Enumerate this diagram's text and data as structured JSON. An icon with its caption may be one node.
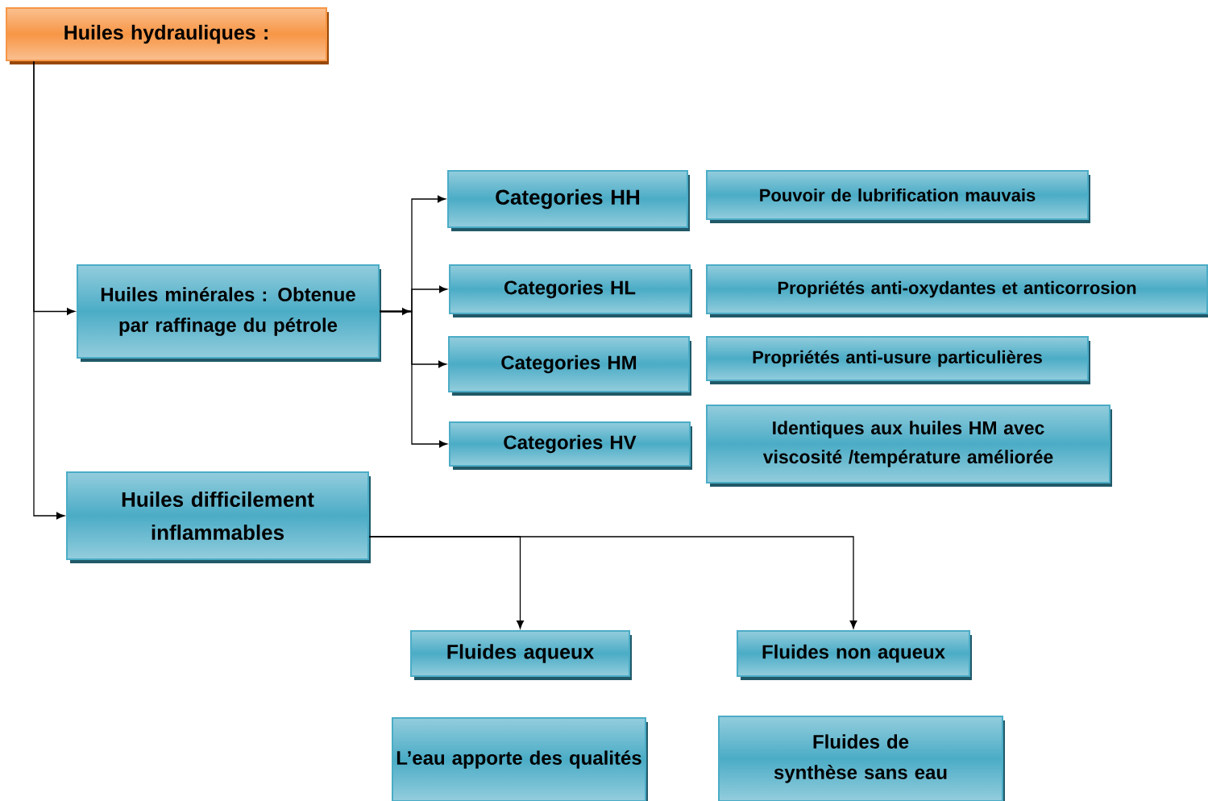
{
  "diagram": {
    "nodes": [
      {
        "text": [
          "Huiles hydrauliques :"
        ]
      },
      {
        "text": [
          "Huiles minérales : Obtenue par raffinage du pétrole"
        ]
      },
      {
        "text": [
          "Categories HH"
        ]
      },
      {
        "text": [
          "Categories HL"
        ]
      },
      {
        "text": [
          "Categories HM"
        ]
      },
      {
        "text": [
          "Categories HV"
        ]
      },
      {
        "text": [
          "Pouvoir de lubrification mauvais"
        ]
      },
      {
        "text": [
          "Propriétés anti-oxydantes et anticorrosion"
        ]
      },
      {
        "text": [
          "Propriétés anti-usure particulières"
        ]
      },
      {
        "text": [
          "Identiques aux huiles HM avec viscosité /température améliorée"
        ]
      },
      {
        "text": [
          "Huiles difficilement inflammables"
        ]
      },
      {
        "text": [
          "Fluides aqueux"
        ]
      },
      {
        "text": [
          "Fluides non aqueux"
        ]
      },
      {
        "text": [
          "L’eau apporte des qualités"
        ]
      },
      {
        "text": [
          "Fluides de synthèse sans eau"
        ]
      }
    ],
    "edges": [
      {
        "from": 0,
        "to": 1,
        "arrow": "to"
      },
      {
        "from": 0,
        "to": 10,
        "arrow": "to"
      },
      {
        "from": 1,
        "to": 2,
        "arrow": "to"
      },
      {
        "from": 1,
        "to": 3,
        "arrow": "to"
      },
      {
        "from": 1,
        "to": 4,
        "arrow": "to"
      },
      {
        "from": 1,
        "to": 5,
        "arrow": "to"
      },
      {
        "from": 10,
        "to": 11,
        "arrow": "to"
      },
      {
        "from": 10,
        "to": 12,
        "arrow": "to"
      }
    ]
  }
}
